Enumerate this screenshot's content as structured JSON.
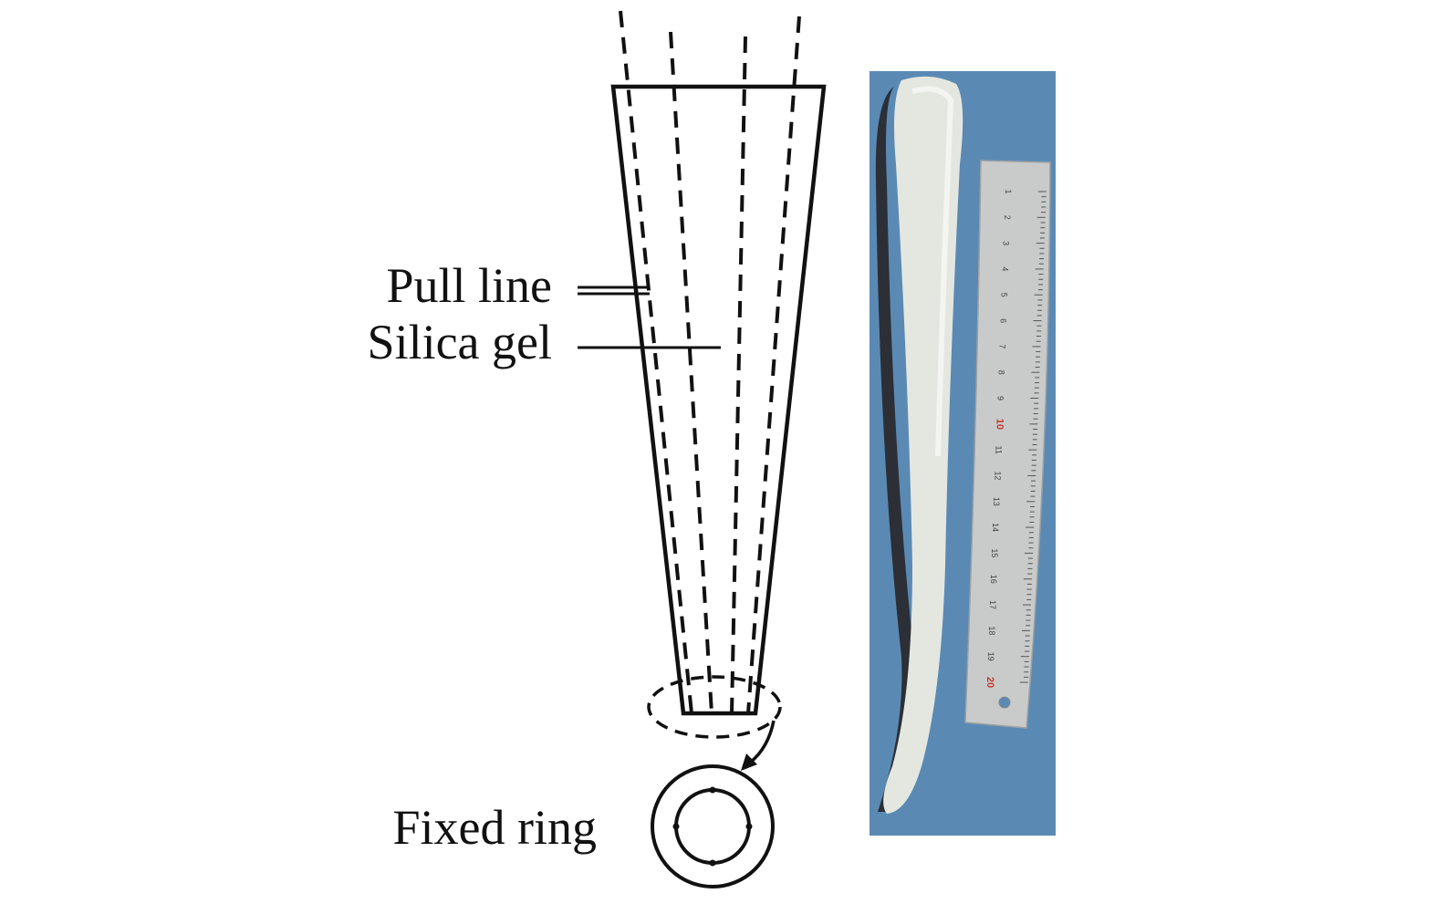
{
  "labels": {
    "pull_line": "Pull line",
    "silica_gel": "Silica gel",
    "fixed_ring": "Fixed ring"
  },
  "photo": {
    "background_color": "#5a8ab4",
    "tube_color": "#e4e7e0",
    "ruler_color": "#c9cbcb",
    "ruler_ticks": [
      "1",
      "2",
      "3",
      "4",
      "5",
      "6",
      "7",
      "8",
      "9",
      "10",
      "11",
      "12",
      "13",
      "14",
      "15",
      "16",
      "17",
      "18",
      "19",
      "20"
    ],
    "ruler_highlight": [
      "10",
      "20"
    ]
  },
  "colors": {
    "line": "#111111"
  }
}
